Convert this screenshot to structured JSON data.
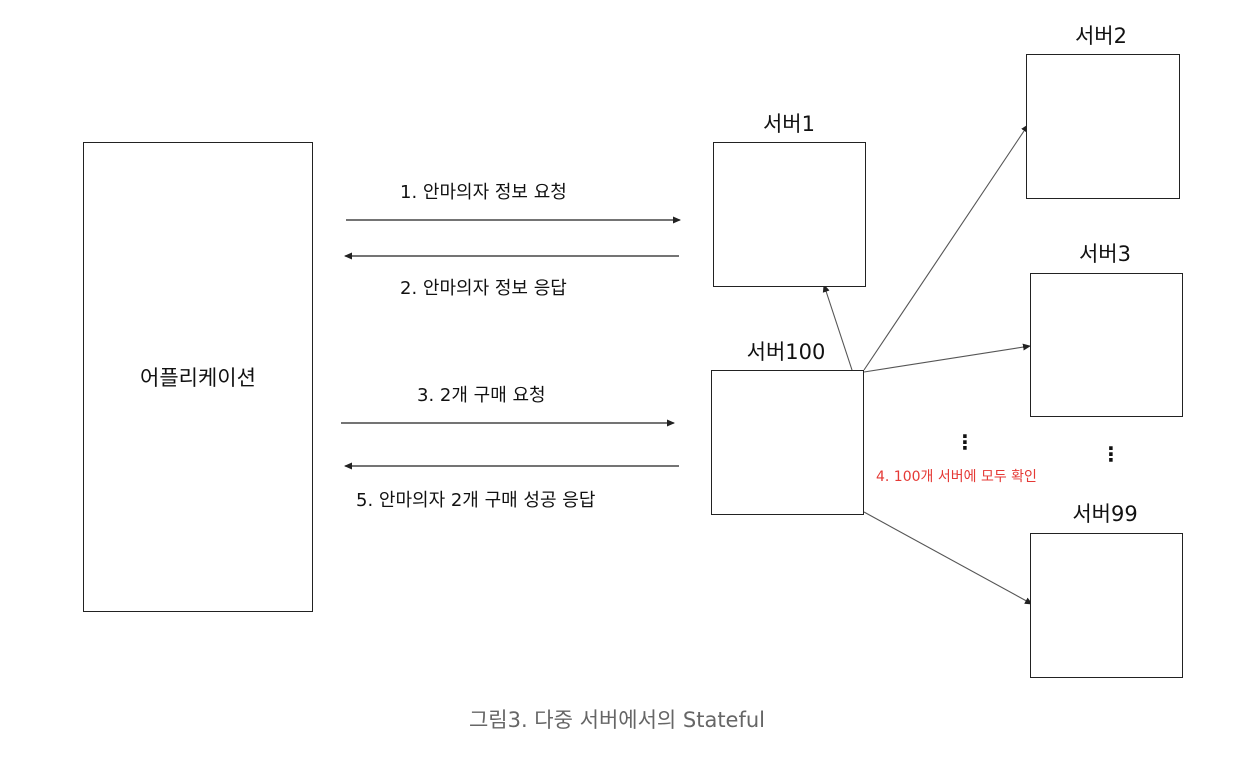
{
  "application": {
    "label": "어플리케이션"
  },
  "servers": {
    "s1": "서버1",
    "s2": "서버2",
    "s3": "서버3",
    "s100": "서버100",
    "s99": "서버99"
  },
  "messages": {
    "m1": "1. 안마의자 정보 요청",
    "m2": "2. 안마의자 정보 응답",
    "m3": "3. 2개 구매 요청",
    "m4": "4. 100개 서버에 모두 확인",
    "m5": "5. 안마의자 2개 구매 성공 응답"
  },
  "ellipsis": "⋮",
  "caption": "그림3. 다중 서버에서의 Stateful",
  "colors": {
    "line": "#222222",
    "connector": "#555555",
    "note": "#e53935",
    "caption": "#666666"
  }
}
